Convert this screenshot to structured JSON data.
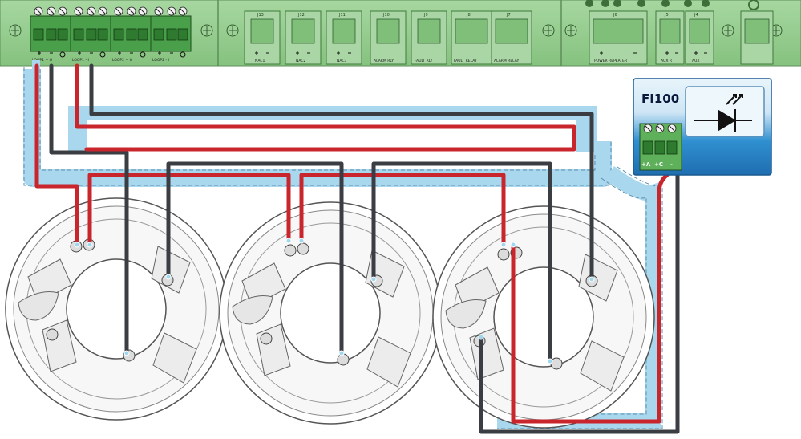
{
  "panel": {
    "loop_labels": [
      "LOOP1 + O",
      "LOOP1 - I",
      "LOOP2 + O",
      "LOOP2 - I"
    ],
    "relay_labels": [
      "NAC1",
      "NAC2",
      "NAC3",
      "ALARM RLY",
      "FAULT RLY",
      "FAULT RELAY",
      "ALARM RELAY",
      "POWER REPEATER",
      "AUX R",
      "AUX"
    ],
    "relay_ids": [
      "J13",
      "J12",
      "J11",
      "J10",
      "J9",
      "J8",
      "J7",
      "J6",
      "J5",
      "J4"
    ]
  },
  "indicator": {
    "name": "FI100",
    "terminal_labels": [
      "+A",
      "+C",
      "-"
    ]
  },
  "colors": {
    "panel_green": "#8fc98b",
    "wire_red": "#c8252c",
    "wire_black": "#3a3d42",
    "loop_blue": "#a9d8ee",
    "indicator_blue": "#2f8fd0"
  }
}
